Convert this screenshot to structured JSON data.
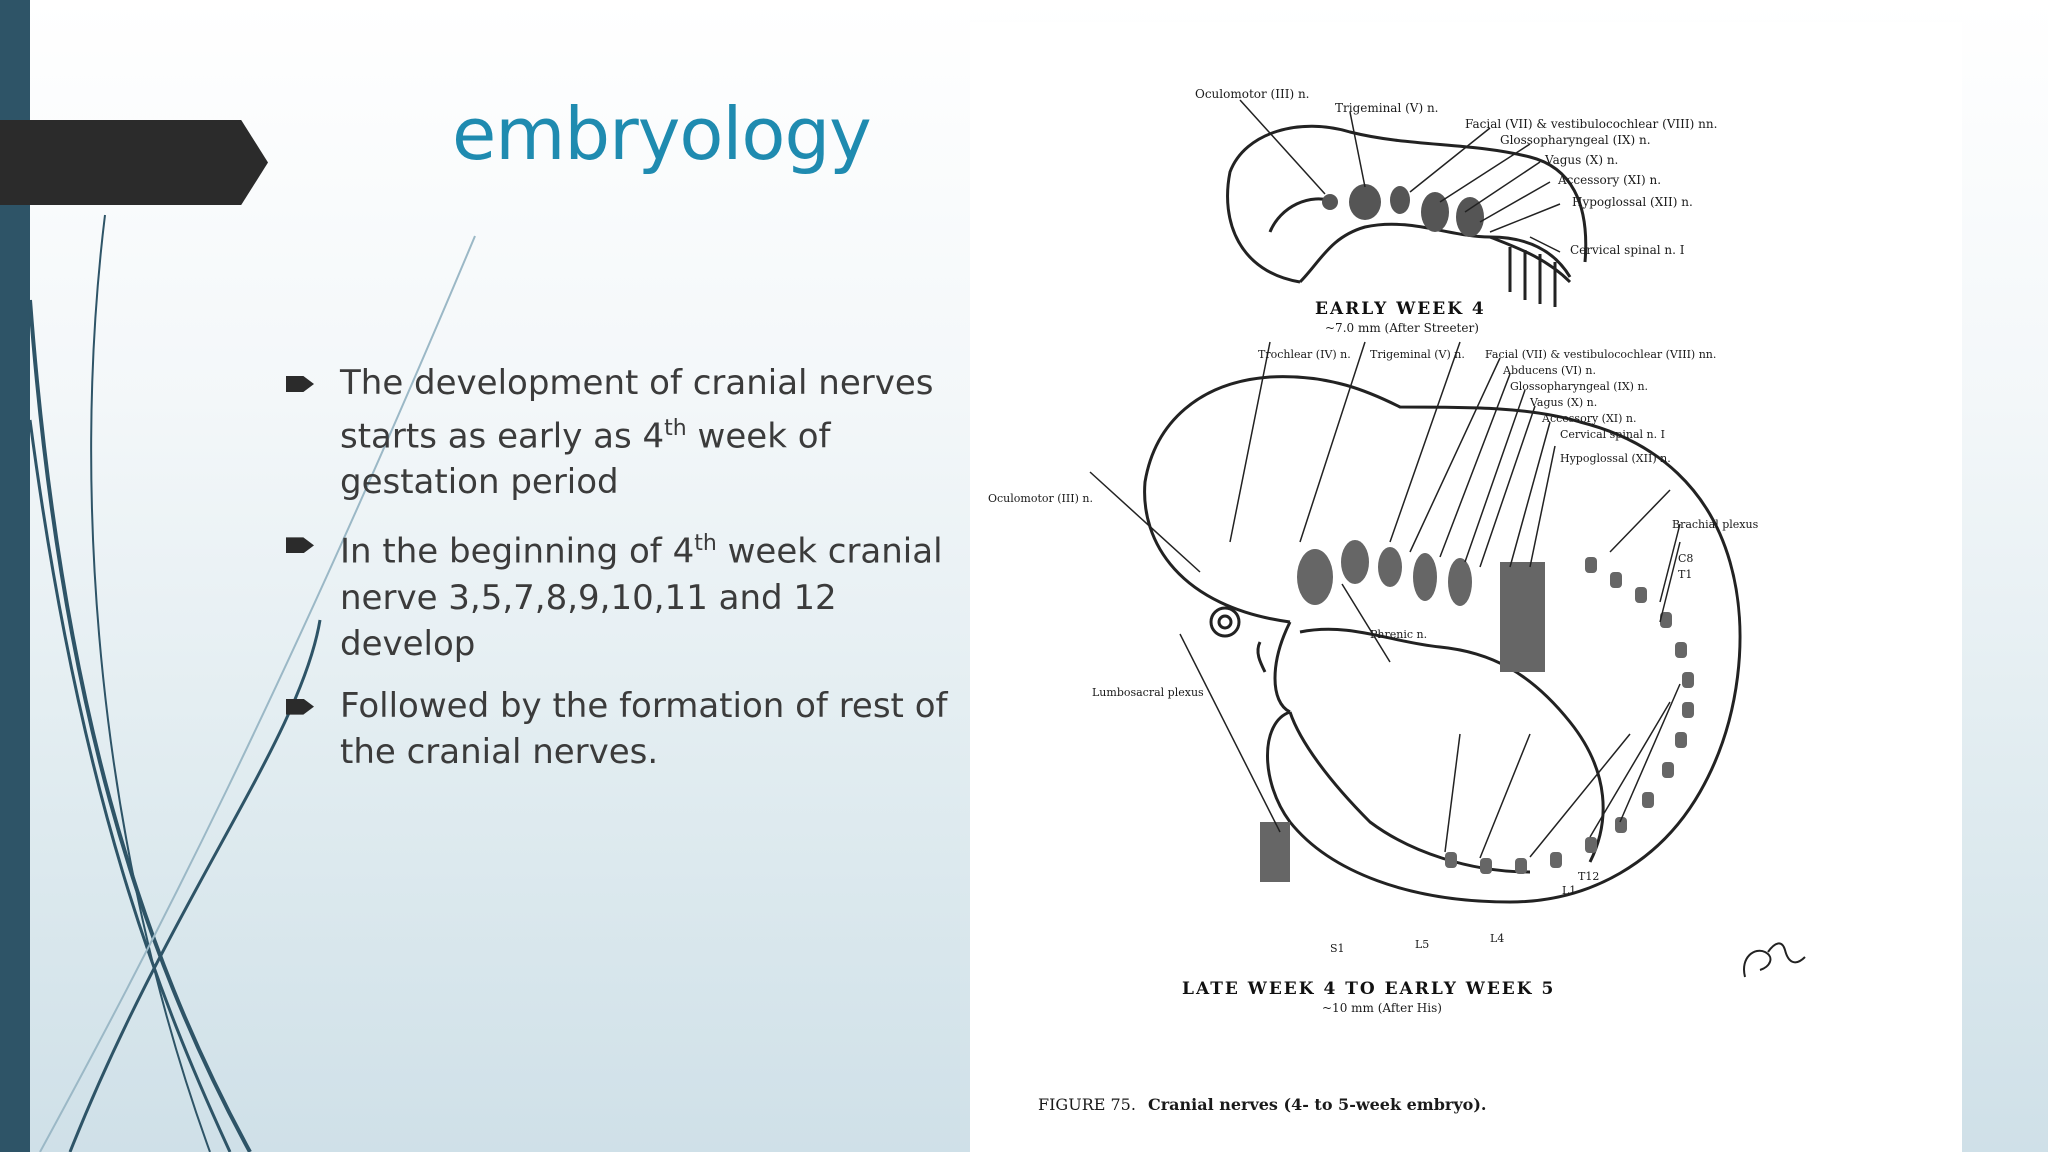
{
  "slide": {
    "title": "embryology",
    "bullets": [
      {
        "pre": "The development of cranial nerves starts as early as 4",
        "sup": "th",
        "post": " week of gestation period"
      },
      {
        "pre": "In the beginning of 4",
        "sup": "th",
        "post": " week cranial nerve 3,5,7,8,9,10,11 and 12 develop"
      },
      {
        "pre": "Followed by the formation of rest of the cranial nerves.",
        "sup": "",
        "post": ""
      }
    ]
  },
  "figure": {
    "top": {
      "heading": "EARLY WEEK 4",
      "subheading": "~7.0 mm (After Streeter)",
      "labels": {
        "oculomotor": "Oculomotor (III) n.",
        "trigeminal": "Trigeminal (V) n.",
        "facial": "Facial (VII) & vestibulocochlear (VIII) nn.",
        "glosso": "Glossopharyngeal (IX) n.",
        "vagus": "Vagus (X) n.",
        "accessory": "Accessory (XI) n.",
        "hypoglossal": "Hypoglossal (XII) n.",
        "cervical": "Cervical spinal n. I"
      }
    },
    "bottom": {
      "heading": "LATE WEEK 4 TO EARLY WEEK 5",
      "subheading": "~10 mm (After His)",
      "labels": {
        "trochlear": "Trochlear (IV) n.",
        "trigeminal": "Trigeminal (V) n.",
        "facial": "Facial (VII) & vestibulocochlear (VIII) nn.",
        "abducens": "Abducens (VI) n.",
        "glosso": "Glossopharyngeal (IX) n.",
        "vagus": "Vagus (X) n.",
        "accessory": "Accessory (XI) n.",
        "cervical": "Cervical spinal n. I",
        "hypoglossal": "Hypoglossal (XII) n.",
        "oculomotor": "Oculomotor (III) n.",
        "brachial": "Brachial plexus",
        "c8": "C8",
        "t1": "T1",
        "phrenic": "Phrenic n.",
        "lumbosacral": "Lumbosacral plexus",
        "t12": "T12",
        "l1": "L1",
        "l4": "L4",
        "l5": "L5",
        "s1": "S1"
      }
    },
    "caption_prefix": "FIGURE 75.",
    "caption": "Cranial nerves (4- to 5-week embryo)."
  }
}
